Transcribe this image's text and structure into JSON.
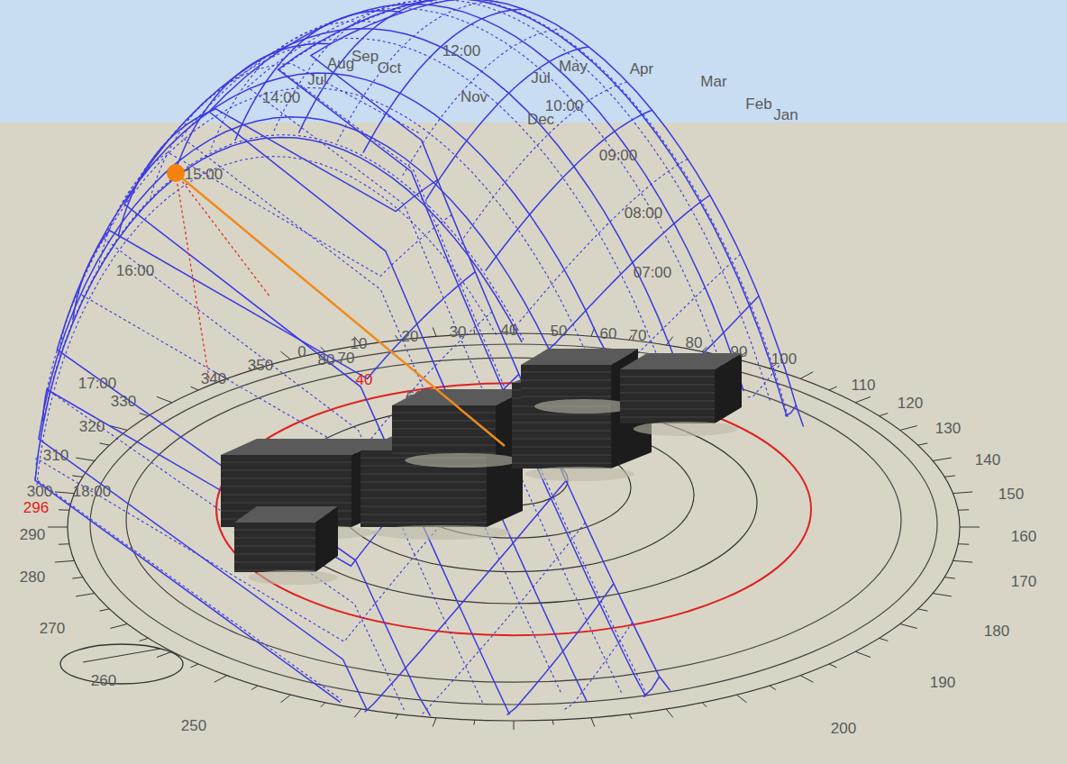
{
  "diagram": {
    "labels": [
      "Jul",
      "Aug",
      "Sep",
      "Oct",
      "12:00",
      "Jul",
      "May",
      "Apr",
      "Mar",
      "Feb",
      "Jan",
      "Nov",
      "Dec",
      "14:00",
      "10:00",
      "09:00",
      "08:00",
      "07:00",
      "15:00",
      "16:00",
      "17:00",
      "18:00",
      "0",
      "10",
      "20",
      "30",
      "40",
      "50",
      "60",
      "70",
      "80",
      "90",
      "100",
      "110",
      "120",
      "130",
      "140",
      "150",
      "160",
      "170",
      "180",
      "190",
      "200",
      "250",
      "260",
      "270",
      "280",
      "290",
      "300",
      "310",
      "320",
      "330",
      "340",
      "350",
      "80",
      "70",
      "40",
      "60",
      "296"
    ]
  }
}
